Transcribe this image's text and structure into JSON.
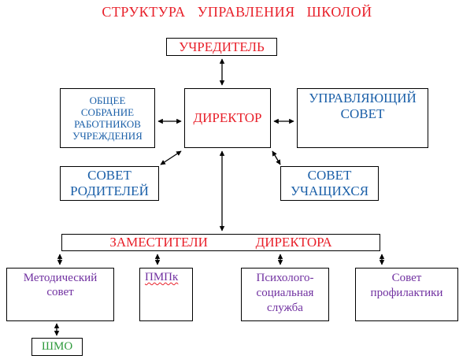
{
  "title": "СТРУКТУРА    УПРАВЛЕНИЯ   ШКОЛОЙ",
  "nodes": {
    "founder": "УЧРЕДИТЕЛЬ",
    "director": "ДИРЕКТОР",
    "general_meeting": [
      "ОБЩЕЕ",
      "СОБРАНИЕ",
      "РАБОТНИКОВ",
      "УЧРЕЖДЕНИЯ"
    ],
    "governing_council": [
      "УПРАВЛЯЮЩИЙ",
      "СОВЕТ"
    ],
    "parents_council": [
      "СОВЕТ",
      "РОДИТЕЛЕЙ"
    ],
    "students_council": [
      "СОВЕТ",
      "УЧАЩИХСЯ"
    ],
    "deputies": [
      "ЗАМЕСТИТЕЛИ",
      "ДИРЕКТОРА"
    ],
    "methodical_council": [
      "Методический",
      "совет"
    ],
    "pmpk": "ПМПк",
    "psych_service": [
      "Психолого-",
      "социальная",
      "служба"
    ],
    "prevention_council": [
      "Совет",
      "профилактики"
    ],
    "shmo": "ШМО"
  },
  "colors": {
    "title": "#e8202a",
    "director_level": "#e8202a",
    "councils": "#1a5fa8",
    "services": "#7030a0",
    "shmo": "#2e9a3c"
  }
}
